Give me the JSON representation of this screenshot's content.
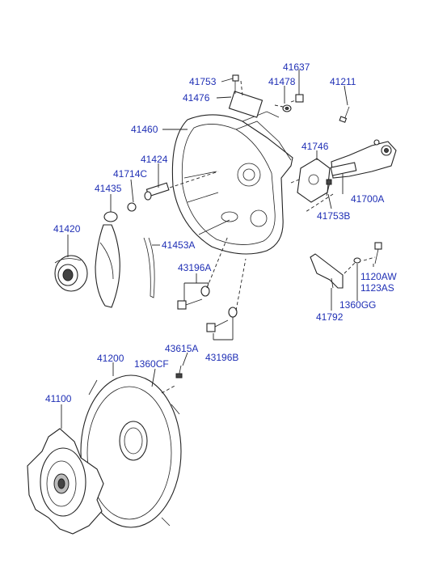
{
  "colors": {
    "label": "#1f2fb5",
    "line": "#222222",
    "background": "#ffffff"
  },
  "parts": {
    "p41753": "41753",
    "p41476": "41476",
    "p41637": "41637",
    "p41478": "41478",
    "p41211": "41211",
    "p41460": "41460",
    "p41424": "41424",
    "p41714C": "41714C",
    "p41435": "41435",
    "p41746": "41746",
    "p41700A": "41700A",
    "p41753B": "41753B",
    "p41420": "41420",
    "p41453A": "41453A",
    "p43196A": "43196A",
    "p1120AW": "1120AW",
    "p1123AS": "1123AS",
    "p1360GG": "1360GG",
    "p41792": "41792",
    "p43196B": "43196B",
    "p43615A": "43615A",
    "p41200": "41200",
    "p1360CF": "1360CF",
    "p41100": "41100"
  }
}
